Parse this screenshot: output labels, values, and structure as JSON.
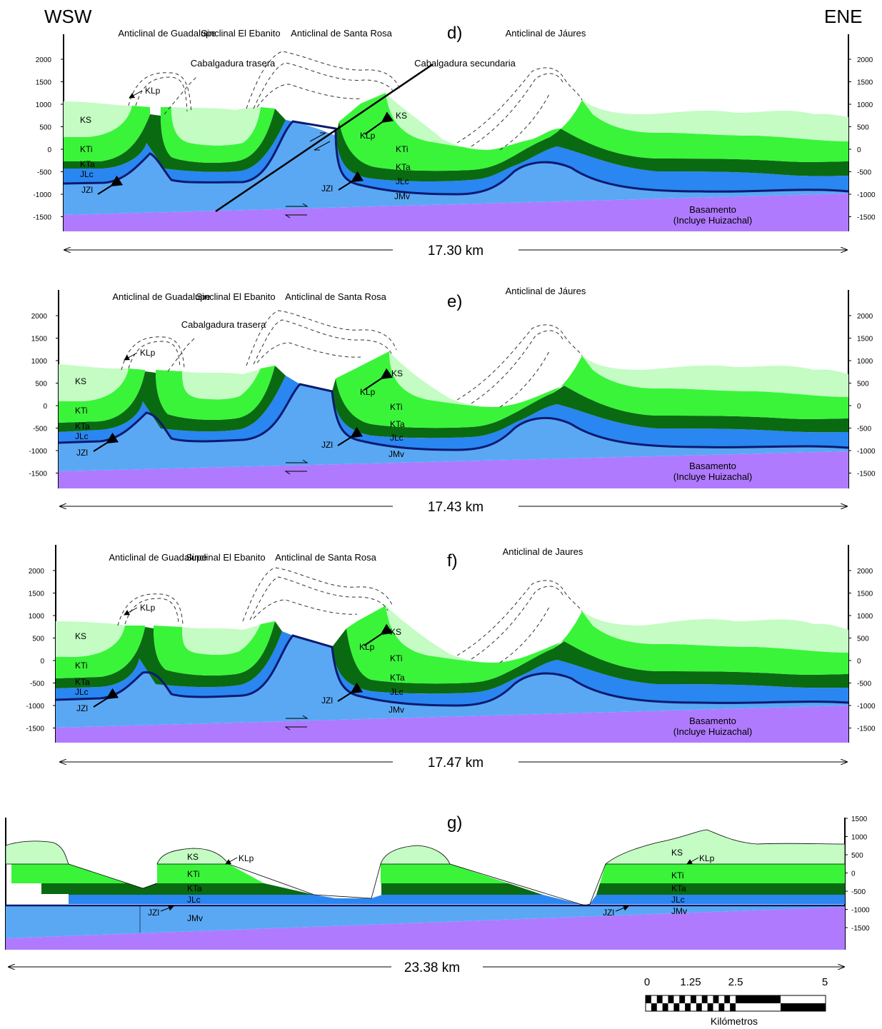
{
  "orientation": {
    "left": "WSW",
    "right": "ENE"
  },
  "colors": {
    "ks": "#c4fcc4",
    "kti": "#3af43a",
    "kta": "#0a6a12",
    "jlc": "#2a86f0",
    "jmv": "#5aa8f4",
    "jzl": "#0a1a70",
    "basement": "#b07aff"
  },
  "panels": [
    {
      "id": "d",
      "label": "d)",
      "distance": "17.30 km",
      "structures": [
        "Anticlinal de Guadalupe",
        "Sinclinal El Ebanito",
        "Anticlinal de Santa Rosa",
        "Anticlinal de Jáures"
      ],
      "faults": [
        "Cabalgadura trasera",
        "Cabalgadura secundaria"
      ],
      "units": [
        "KS",
        "KTi",
        "KTa",
        "JLc",
        "JZl",
        "KLp",
        "JMv"
      ],
      "basement": [
        "Basamento",
        "(Incluye Huizachal)"
      ],
      "yticks": [
        "2000",
        "1500",
        "1000",
        "500",
        "0",
        "-500",
        "-1000",
        "-1500"
      ]
    },
    {
      "id": "e",
      "label": "e)",
      "distance": "17.43 km",
      "structures": [
        "Anticlinal de Guadalupe",
        "Sinclinal El Ebanito",
        "Anticlinal de Santa Rosa",
        "Anticlinal de Jáures"
      ],
      "faults": [
        "Cabalgadura trasera"
      ],
      "units": [
        "KS",
        "KTi",
        "KTa",
        "JLc",
        "JZl",
        "KLp",
        "JMv"
      ],
      "basement": [
        "Basamento",
        "(Incluye Huizachal)"
      ],
      "yticks": [
        "2000",
        "1500",
        "1000",
        "500",
        "0",
        "-500",
        "-1000",
        "-1500"
      ]
    },
    {
      "id": "f",
      "label": "f)",
      "distance": "17.47 km",
      "structures": [
        "Anticlinal de Guadalupe",
        "Sinclinal El Ebanito",
        "Anticlinal de Santa Rosa",
        "Anticlinal de Jaures"
      ],
      "units": [
        "KS",
        "KTi",
        "KTa",
        "JLc",
        "JZl",
        "KLp",
        "JMv"
      ],
      "basement": [
        "Basamento",
        "(Incluye Huizachal)"
      ],
      "yticks": [
        "2000",
        "1500",
        "1000",
        "500",
        "0",
        "-500",
        "-1000",
        "-1500"
      ]
    },
    {
      "id": "g",
      "label": "g)",
      "distance": "23.38 km",
      "units": [
        "KS",
        "KLp",
        "KTi",
        "KTa",
        "JLc",
        "JZl",
        "JMv"
      ],
      "yticks": [
        "1500",
        "1000",
        "500",
        "0",
        "-500",
        "-1000",
        "-1500"
      ]
    }
  ],
  "scale_bar": {
    "ticks": [
      "0",
      "1.25",
      "2.5",
      "5"
    ],
    "unit": "Kilómetros"
  }
}
